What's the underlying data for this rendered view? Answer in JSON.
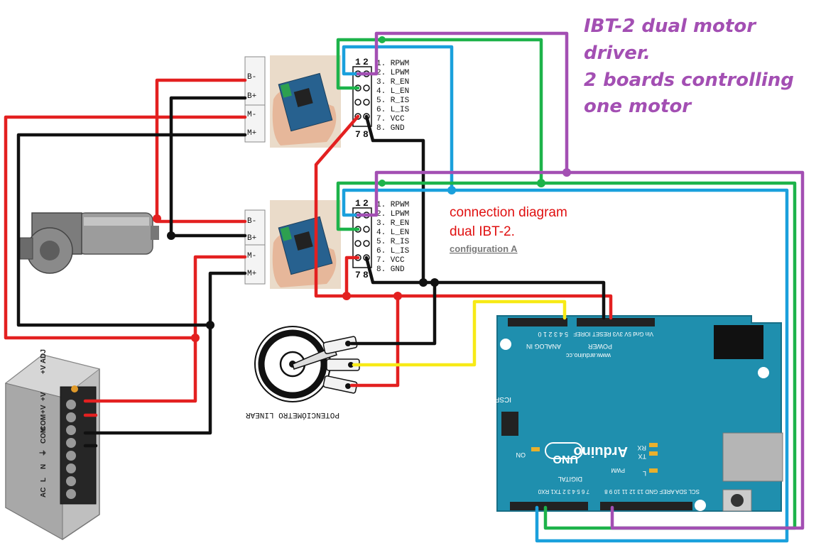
{
  "title": {
    "line1": "IBT-2 dual motor",
    "line2": "driver.",
    "line3": "2 boards controlling",
    "line4": "one motor"
  },
  "caption": {
    "line1": "connection diagram",
    "line2": "dual IBT-2.",
    "sub": "configuration A"
  },
  "ibt2_header": {
    "col1": "1",
    "col2": "2",
    "row_end1": "7",
    "row_end2": "8",
    "pins": [
      "1. RPWM",
      "2. LPWM",
      "3. R_EN",
      "4. L_EN",
      "5. R_IS",
      "6. L_IS",
      "7. VCC",
      "8. GND"
    ]
  },
  "ibt2_terminals": [
    "B-",
    "B+",
    "M-",
    "M+"
  ],
  "potentiometer": {
    "label": "POTENCIÓMETRO LINEAR"
  },
  "psu": {
    "labels": [
      "+V ADJ",
      "+V",
      "+V",
      "COM",
      "COM",
      "⏚",
      "N",
      "L",
      "AC"
    ]
  },
  "arduino": {
    "logo": "Arduino",
    "model": "UNO",
    "on_label": "ON",
    "tx": "TX",
    "rx": "RX",
    "l": "L",
    "icsp": "ICSP",
    "website": "www.arduino.cc",
    "analog_in": "ANALOG IN",
    "analog_pins": "5 4 3 2 1 0",
    "power": "POWER",
    "power_pins": "Vin  Gnd  5V  3V3  RESET  IOREF",
    "digital": "DIGITAL",
    "digital_pins": "7 6 5 4 3 2 TX1 RX0",
    "digital_pins_high": "SCL SDA AREF GND 13 12 11 10 9 8",
    "pwm": "PWM"
  },
  "colors": {
    "red": "#e32020",
    "black": "#111111",
    "blue": "#1aa0dc",
    "green": "#1db34a",
    "purple": "#a34fb3",
    "yellow": "#f7ea16",
    "arduino_board": "#1f8fae"
  }
}
